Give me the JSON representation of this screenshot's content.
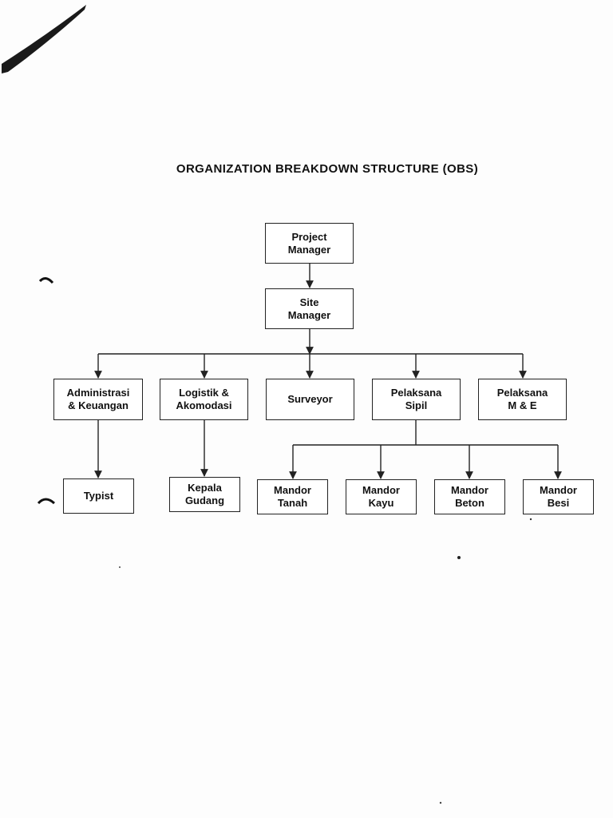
{
  "title": "ORGANIZATION BREAKDOWN STRUCTURE (OBS)",
  "nodes": {
    "project_manager": "Project\nManager",
    "site_manager": "Site\nManager",
    "administrasi_keuangan": "Administrasi\n& Keuangan",
    "logistik_akomodasi": "Logistik &\nAkomodasi",
    "surveyor": "Surveyor",
    "pelaksana_sipil": "Pelaksana\nSipil",
    "pelaksana_me": "Pelaksana\nM & E",
    "typist": "Typist",
    "kepala_gudang": "Kepala\nGudang",
    "mandor_tanah": "Mandor\nTanah",
    "mandor_kayu": "Mandor\nKayu",
    "mandor_beton": "Mandor\nBeton",
    "mandor_besi": "Mandor\nBesi"
  },
  "hierarchy": {
    "project_manager": [
      "site_manager"
    ],
    "site_manager": [
      "administrasi_keuangan",
      "logistik_akomodasi",
      "surveyor",
      "pelaksana_sipil",
      "pelaksana_me"
    ],
    "administrasi_keuangan": [
      "typist"
    ],
    "logistik_akomodasi": [
      "kepala_gudang"
    ],
    "pelaksana_sipil": [
      "mandor_tanah",
      "mandor_kayu",
      "mandor_beton",
      "mandor_besi"
    ]
  }
}
